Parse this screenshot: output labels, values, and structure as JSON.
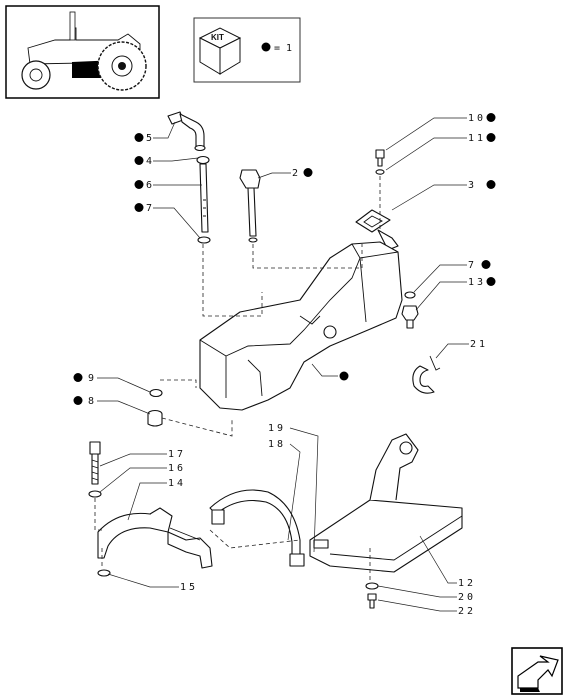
{
  "kit_legend": {
    "kit_label": "KIT",
    "equals_text": "= 1"
  },
  "callouts": [
    {
      "label": "5",
      "marked": true
    },
    {
      "label": "4",
      "marked": true
    },
    {
      "label": "6",
      "marked": true
    },
    {
      "label": "7",
      "marked": true
    },
    {
      "label": "2",
      "marked": true
    },
    {
      "label": "10",
      "marked": true
    },
    {
      "label": "11",
      "marked": true
    },
    {
      "label": "3",
      "marked": true
    },
    {
      "label": "7",
      "marked": true
    },
    {
      "label": "13",
      "marked": true
    },
    {
      "label": "21",
      "marked": false
    },
    {
      "label": "9",
      "marked": true
    },
    {
      "label": "8",
      "marked": true
    },
    {
      "label": "17",
      "marked": false
    },
    {
      "label": "16",
      "marked": false
    },
    {
      "label": "14",
      "marked": false
    },
    {
      "label": "15",
      "marked": false
    },
    {
      "label": "19",
      "marked": false
    },
    {
      "label": "18",
      "marked": false
    },
    {
      "label": "12",
      "marked": false
    },
    {
      "label": "20",
      "marked": false
    },
    {
      "label": "22",
      "marked": false
    }
  ],
  "icons": {
    "thumbnail": "tractor-thumbnail-icon",
    "kit": "kit-box-icon",
    "nav": "next-page-arrow-icon"
  }
}
